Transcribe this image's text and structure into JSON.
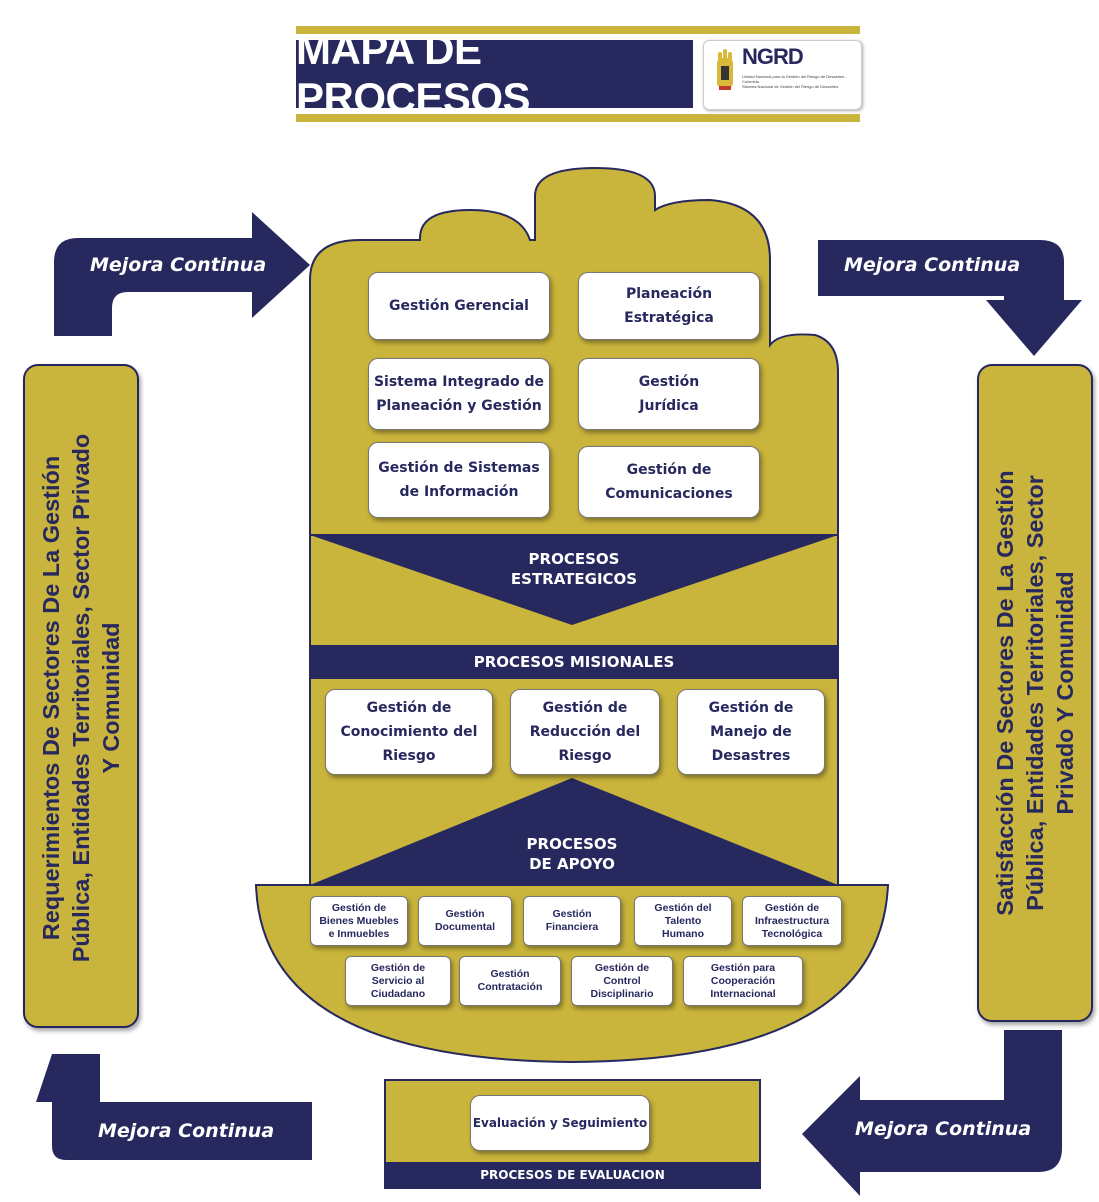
{
  "title": "MAPA DE PROCESOS",
  "logo": {
    "name": "NGRD",
    "line1": "Unidad Nacional para la Gestión del Riesgo de Desastres - Colombia",
    "line2": "Sistema Nacional de Gestión del Riesgo de Desastres"
  },
  "colors": {
    "navy": "#26285e",
    "gold": "#c9b43c",
    "white": "#ffffff"
  },
  "left_side": "Requerimientos De Sectores De La Gestión\nPública, Entidades Territoriales, Sector Privado\nY Comunidad",
  "right_side": "Satisfacción De Sectores De La Gestión\nPública, Entidades Territoriales, Sector\nPrivado Y Comunidad",
  "mejora": {
    "top_left": "Mejora Continua",
    "top_right": "Mejora Continua",
    "bottom_left": "Mejora Continua",
    "bottom_right": "Mejora Continua"
  },
  "estrategicos": {
    "label": "PROCESOS\nESTRATEGICOS",
    "items": [
      "Gestión Gerencial",
      "Planeación\nEstratégica",
      "Sistema Integrado de\nPlaneación y Gestión",
      "Gestión\nJurídica",
      "Gestión de Sistemas\nde Información",
      "Gestión de\nComunicaciones"
    ]
  },
  "misionales": {
    "label": "PROCESOS MISIONALES",
    "items": [
      "Gestión de\nConocimiento del\nRiesgo",
      "Gestión de\nReducción  del\nRiesgo",
      "Gestión de\nManejo de\nDesastres"
    ]
  },
  "apoyo": {
    "label": "PROCESOS\nDE APOYO",
    "row1": [
      "Gestión de\nBienes Muebles\ne Inmuebles",
      "Gestión\nDocumental",
      "Gestión\nFinanciera",
      "Gestión del\nTalento\nHumano",
      "Gestión de\nInfraestructura\nTecnológica"
    ],
    "row2": [
      "Gestión de\nServicio al\nCiudadano",
      "Gestión\nContratación",
      "Gestión de\nControl\nDisciplinario",
      "Gestión para\nCooperación\nInternacional"
    ]
  },
  "evaluacion": {
    "item": "Evaluación y Seguimiento",
    "label": "PROCESOS DE EVALUACION"
  },
  "icons": [
    "arrow-right-icon",
    "arrow-down-icon",
    "arrow-up-icon",
    "arrow-left-icon",
    "hand-logo-icon"
  ]
}
